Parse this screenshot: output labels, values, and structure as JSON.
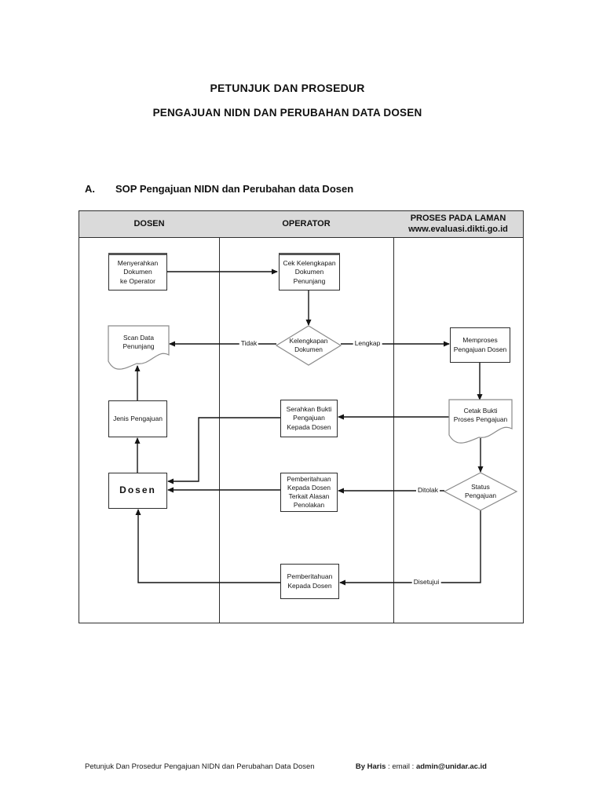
{
  "page": {
    "title_line1": "PETUNJUK DAN PROSEDUR",
    "title_line2": "PENGAJUAN NIDN DAN PERUBAHAN DATA DOSEN",
    "section": {
      "label": "A.",
      "title": "SOP Pengajuan NIDN dan Perubahan data Dosen"
    }
  },
  "flowchart": {
    "headers": {
      "col1": "DOSEN",
      "col2": "OPERATOR",
      "col3_line1": "PROSES PADA LAMAN",
      "col3_line2": "www.evaluasi.dikti.go.id"
    },
    "nodes": {
      "menyerahkan": "Menyerahkan\nDokumen\nke Operator",
      "scan_data": "Scan Data\nPenunjang",
      "jenis_pengajuan": "Jenis Pengajuan",
      "dosen": "Dosen",
      "cek_kelengkapan": "Cek Kelengkapan\nDokumen\nPenunjang",
      "kelengkapan_dokumen": "Kelengkapan\nDokumen",
      "serahkan_bukti": "Serahkan Bukti\nPengajuan\nKepada Dosen",
      "pemberitahuan_penolakan": "Pemberitahuan\nKepada Dosen\nTerkait Alasan\nPenolakan",
      "pemberitahuan_dosen": "Pemberitahuan\nKepada Dosen",
      "memproses": "Memproses\nPengajuan Dosen",
      "cetak_bukti": "Cetak Bukti\nProses Pengajuan",
      "status_pengajuan": "Status\nPengajuan"
    },
    "edge_labels": {
      "tidak": "Tidak",
      "lengkap": "Lengkap",
      "ditolak": "Ditolak",
      "disetujui": "Disetujui"
    }
  },
  "footer": {
    "left": "Petunjuk Dan Prosedur Pengajuan NIDN dan Perubahan Data Dosen",
    "by": "By Haris",
    "sep": " : email : ",
    "email": "admin@unidar.ac.id"
  },
  "colors": {
    "header_bg": "#dadada",
    "table_border": "#2e2e2e",
    "line": "#141414"
  }
}
